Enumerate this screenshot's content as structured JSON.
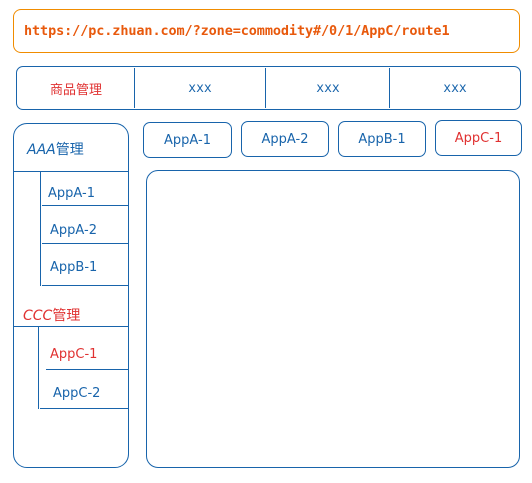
{
  "url_bar": {
    "text": "https://pc.zhuan.com/?zone=commodity#/0/1/AppC/route1"
  },
  "top_nav": {
    "items": [
      {
        "label": "商品管理",
        "color": "#e03131"
      },
      {
        "label": "xxx",
        "color": "#1864ab"
      },
      {
        "label": "xxx",
        "color": "#1864ab"
      },
      {
        "label": "xxx",
        "color": "#1864ab"
      }
    ]
  },
  "sidebar": {
    "groups": [
      {
        "prefix": "AAA",
        "suffix": "管理",
        "color": "#1864ab",
        "items": [
          {
            "label": "AppA-1",
            "color": "#1864ab"
          },
          {
            "label": "AppA-2",
            "color": "#1864ab"
          },
          {
            "label": "AppB-1",
            "color": "#1864ab"
          }
        ]
      },
      {
        "prefix": "CCC",
        "suffix": "管理",
        "color": "#e03131",
        "items": [
          {
            "label": "AppC-1",
            "color": "#e03131"
          },
          {
            "label": "AppC-2",
            "color": "#1864ab"
          }
        ]
      }
    ]
  },
  "tabs": [
    {
      "label": "AppA-1",
      "color": "#1864ab"
    },
    {
      "label": "AppA-2",
      "color": "#1864ab"
    },
    {
      "label": "AppB-1",
      "color": "#1864ab"
    },
    {
      "label": "AppC-1",
      "color": "#e03131"
    }
  ],
  "colors": {
    "primary": "#1864ab",
    "active": "#e03131",
    "url": "#e8590c",
    "url_border": "#f08c00"
  }
}
